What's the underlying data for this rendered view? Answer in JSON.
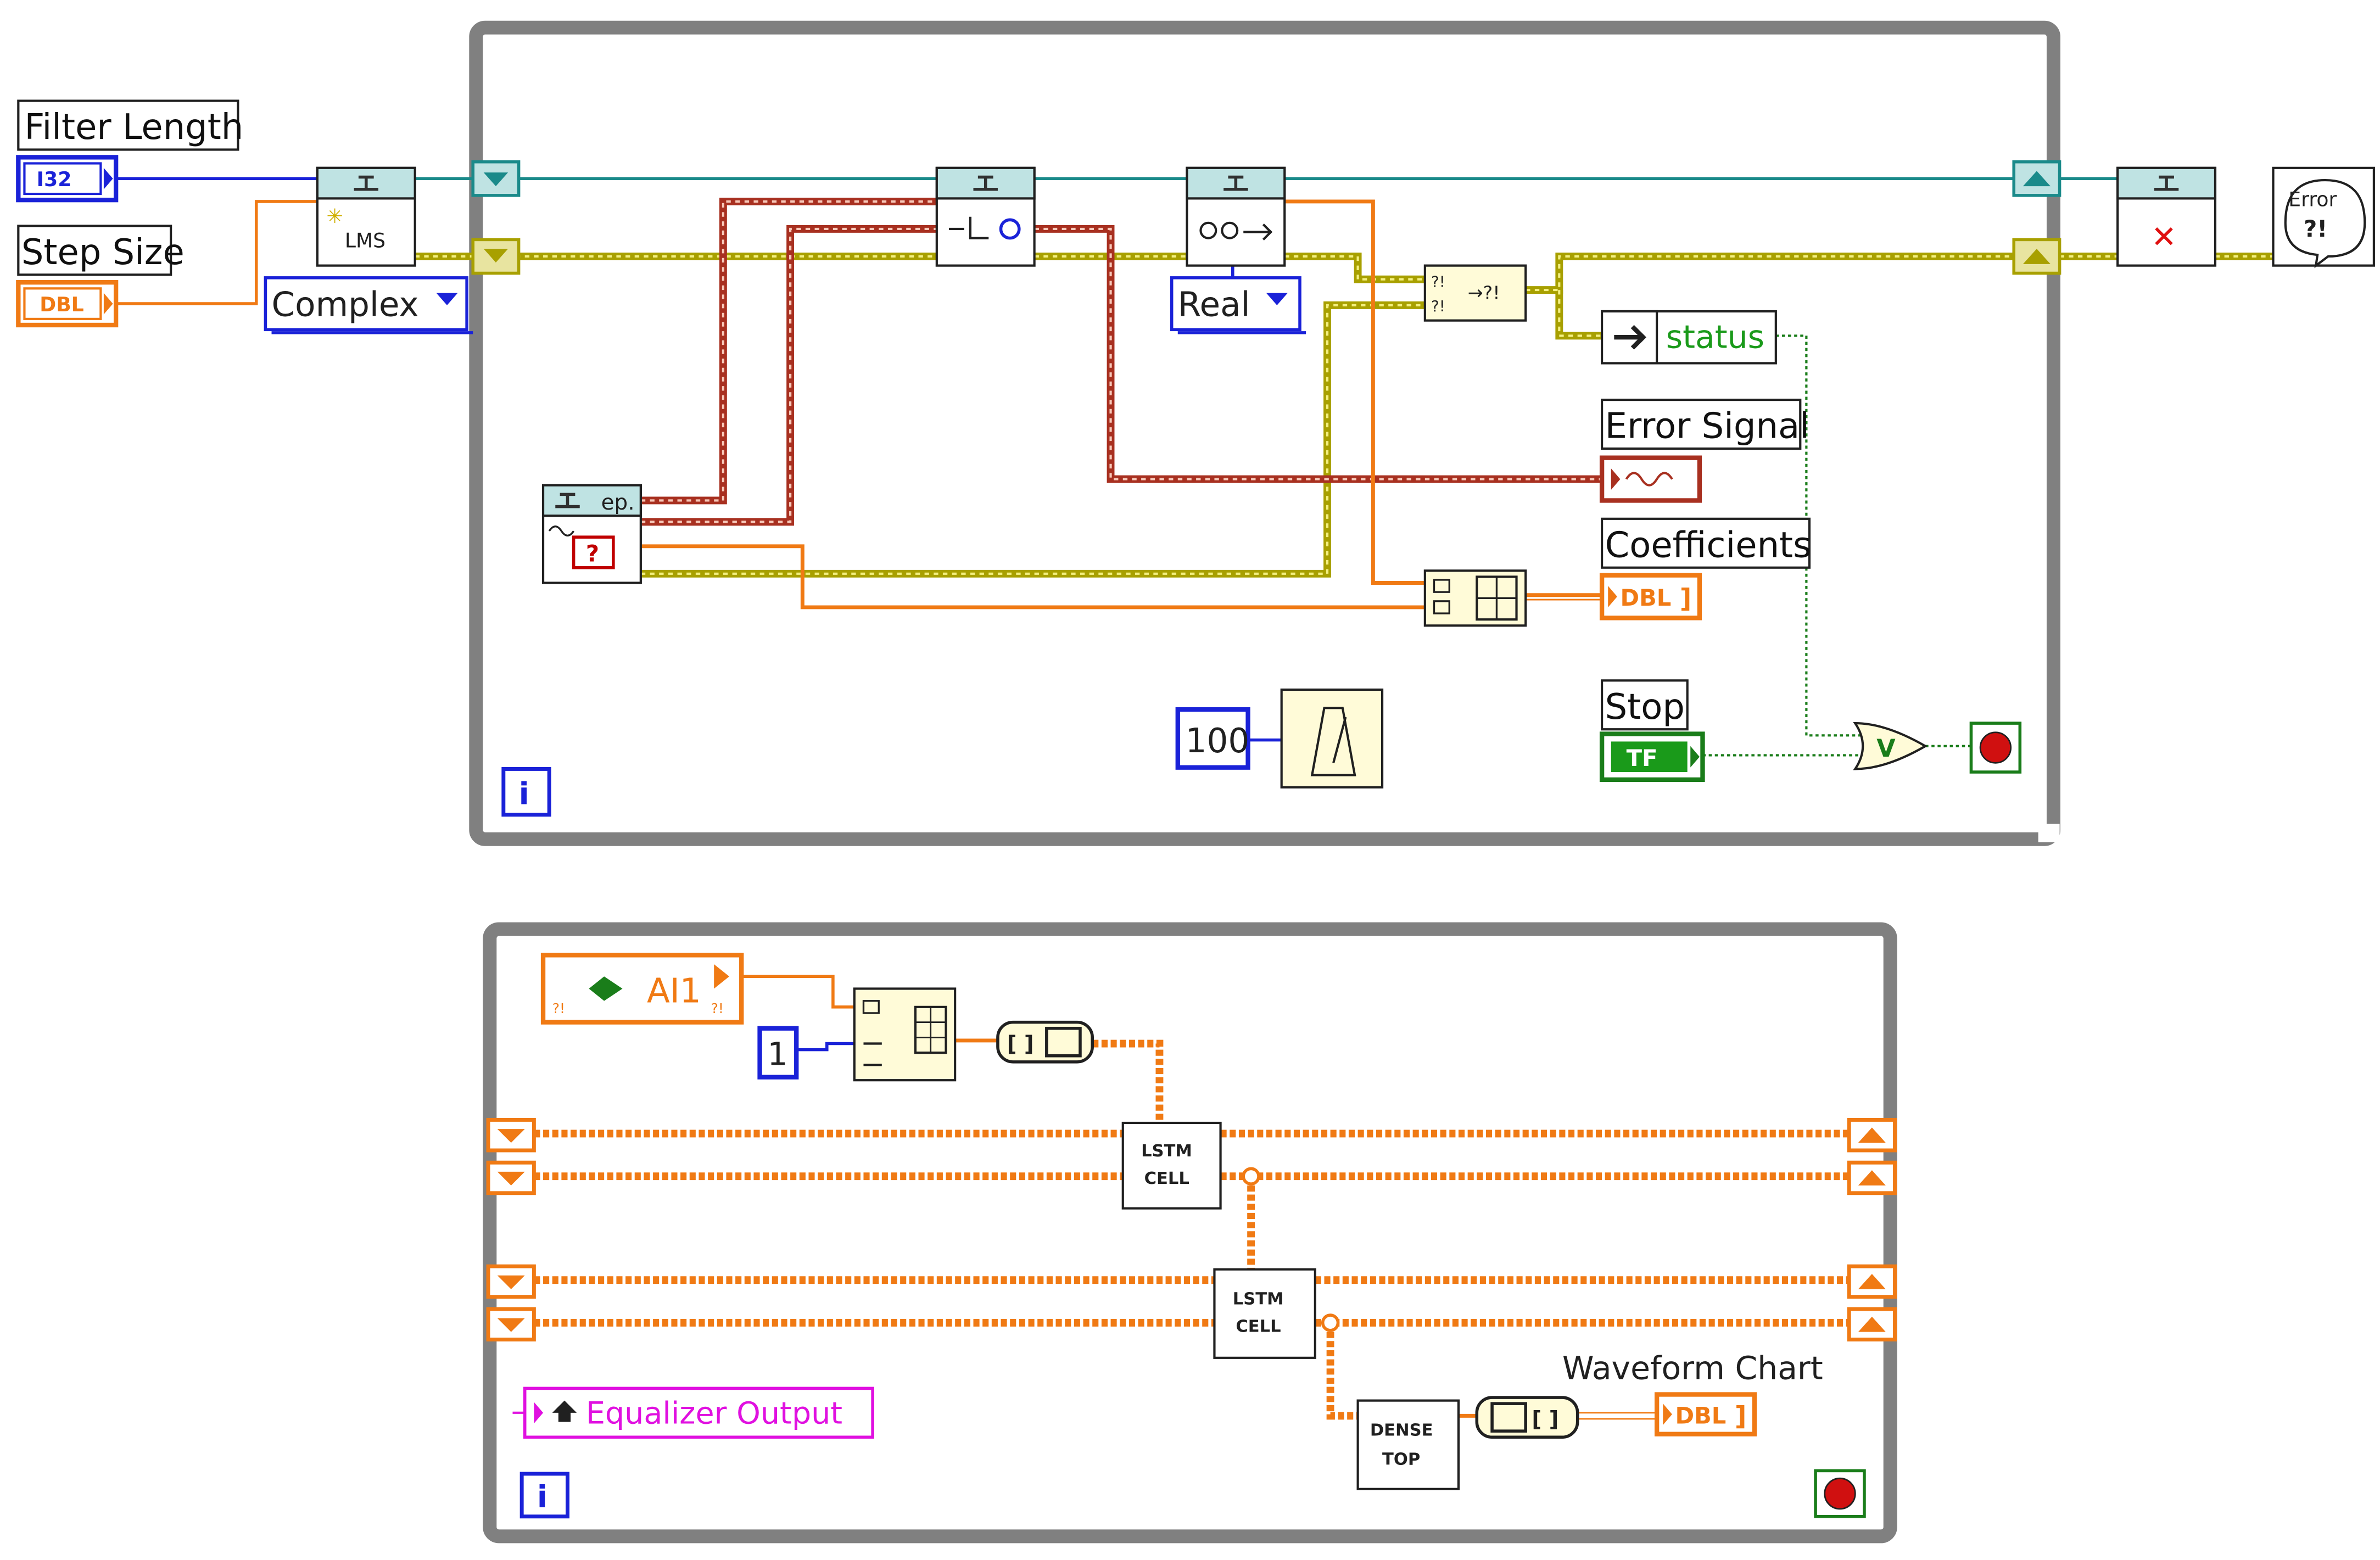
{
  "top_diagram": {
    "controls": {
      "filter_length": {
        "label": "Filter Length",
        "terminal": "I32"
      },
      "step_size": {
        "label": "Step Size",
        "terminal": "DBL"
      }
    },
    "lms_node": {
      "label": "LMS"
    },
    "complex_ring": {
      "value": "Complex"
    },
    "real_ring": {
      "value": "Real"
    },
    "daq_node": {
      "label": "ep."
    },
    "indicators": {
      "status": "status",
      "error_signal": "Error Signal",
      "coefficients": {
        "label": "Coefficients",
        "terminal": "DBL"
      }
    },
    "wait_constant": "100",
    "stop_button": {
      "label": "Stop",
      "terminal": "TF"
    },
    "or_gate": "V",
    "error_handler": {
      "text1": "Error",
      "text2": "?!"
    },
    "iteration": "i"
  },
  "bottom_diagram": {
    "ai_channel": "AI1",
    "const_one": "1",
    "lstm_cells": [
      {
        "line1": "LSTM",
        "line2": "CELL"
      },
      {
        "line1": "LSTM",
        "line2": "CELL"
      }
    ],
    "dense": {
      "line1": "DENSE",
      "line2": "TOP"
    },
    "chart": {
      "label": "Waveform Chart",
      "terminal": "DBL"
    },
    "local_var": "Equalizer Output",
    "iteration": "i"
  },
  "colors": {
    "loop_border": "#808080",
    "int_wire": "#1a22d8",
    "dbl_wire": "#f07a14",
    "error_wire": "#a8a000",
    "cluster_wire": "#a83020",
    "string_wire": "#e010e0",
    "bool_wire": "#1a7d1a",
    "node_header": "#bfe3e3",
    "node_body": "#fffbd8"
  }
}
